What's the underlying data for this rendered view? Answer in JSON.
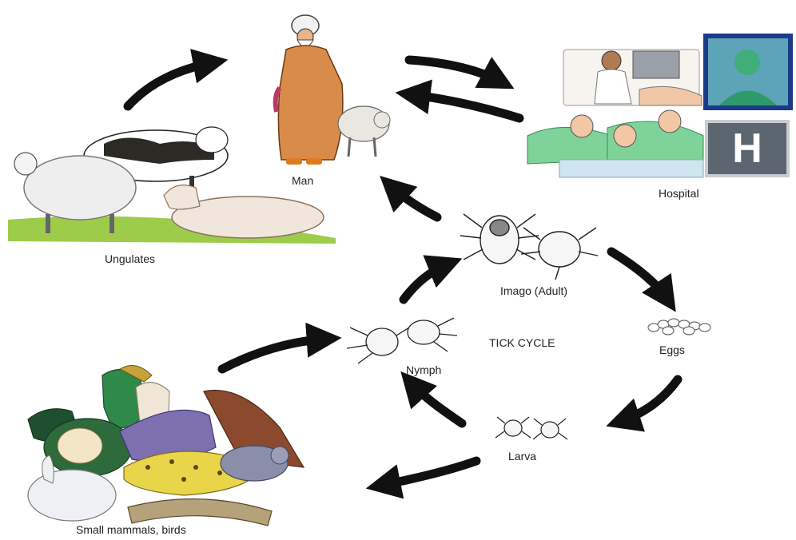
{
  "diagram": {
    "center_label": "TICK CYCLE",
    "nodes": {
      "man": "Man",
      "hospital": "Hospital",
      "ungulates": "Ungulates",
      "imago": "Imago (Adult)",
      "eggs": "Eggs",
      "nymph": "Nymph",
      "larva": "Larva",
      "small_mammals": "Small mammals, birds"
    },
    "hospital_sign": "H"
  },
  "colors": {
    "arrow": "#111111",
    "robe": "#d98c4a",
    "scrubs": "#7fd39a",
    "sign_bg": "#5c6670",
    "frame_blue": "#1a3a8a"
  }
}
